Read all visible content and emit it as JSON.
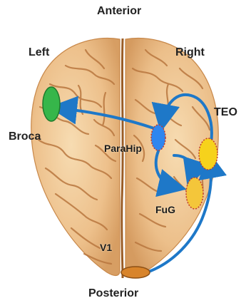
{
  "orientation": {
    "anterior": "Anterior",
    "posterior": "Posterior",
    "left": "Left",
    "right": "Right"
  },
  "regions": {
    "broca": "Broca",
    "parahip": "ParaHip",
    "teo": "TEO",
    "fug": "FuG",
    "v1": "V1"
  },
  "colors": {
    "brain_light": "#f3d2a3",
    "brain_mid": "#e7b47c",
    "brain_dark": "#d59b62",
    "sulcus": "#b9773f",
    "pathway": "#1e78c8",
    "broca_fill": "#36b64a",
    "parahip_fill": "#2f86ef",
    "teo_fill": "#f6d21c",
    "fug_fill": "#f4c63a",
    "v1_fill": "#d8842b",
    "dotted_red": "#c0392b"
  }
}
